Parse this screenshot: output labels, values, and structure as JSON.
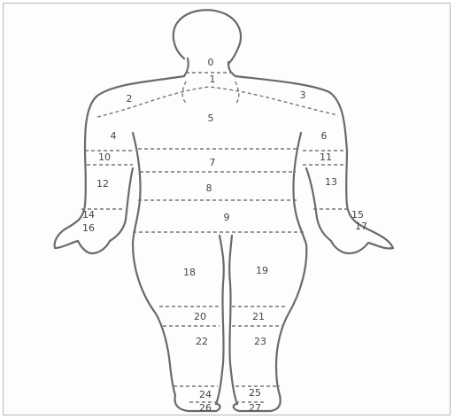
{
  "regions": [
    {
      "id": "0",
      "label": "0"
    },
    {
      "id": "1",
      "label": "1"
    },
    {
      "id": "2",
      "label": "2"
    },
    {
      "id": "3",
      "label": "3"
    },
    {
      "id": "4",
      "label": "4"
    },
    {
      "id": "5",
      "label": "5"
    },
    {
      "id": "6",
      "label": "6"
    },
    {
      "id": "7",
      "label": "7"
    },
    {
      "id": "8",
      "label": "8"
    },
    {
      "id": "9",
      "label": "9"
    },
    {
      "id": "10",
      "label": "10"
    },
    {
      "id": "11",
      "label": "11"
    },
    {
      "id": "12",
      "label": "12"
    },
    {
      "id": "13",
      "label": "13"
    },
    {
      "id": "14",
      "label": "14"
    },
    {
      "id": "15",
      "label": "15"
    },
    {
      "id": "16",
      "label": "16"
    },
    {
      "id": "17",
      "label": "17"
    },
    {
      "id": "18",
      "label": "18"
    },
    {
      "id": "19",
      "label": "19"
    },
    {
      "id": "20",
      "label": "20"
    },
    {
      "id": "21",
      "label": "21"
    },
    {
      "id": "22",
      "label": "22"
    },
    {
      "id": "23",
      "label": "23"
    },
    {
      "id": "24",
      "label": "24"
    },
    {
      "id": "25",
      "label": "25"
    },
    {
      "id": "26",
      "label": "26"
    },
    {
      "id": "27",
      "label": "27"
    }
  ]
}
